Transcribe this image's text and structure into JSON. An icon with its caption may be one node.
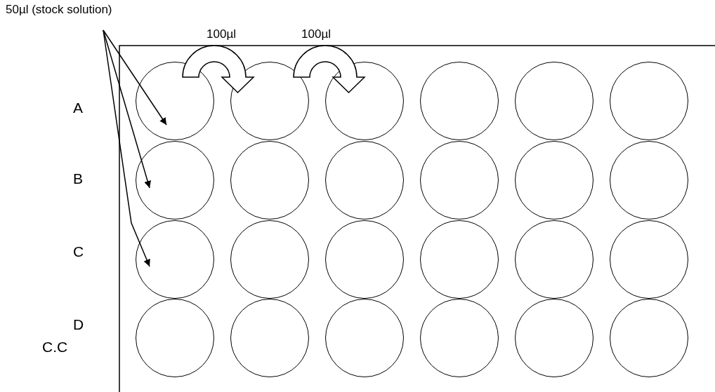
{
  "diagram": {
    "nodes": [
      {
        "text": [
          "50µl (stock solution)"
        ]
      },
      {
        "text": [],
        "shape": "circle"
      },
      {
        "text": [],
        "shape": "circle"
      },
      {
        "text": [],
        "shape": "circle"
      },
      {
        "text": [],
        "shape": "circle"
      },
      {
        "text": [],
        "shape": "circle"
      },
      {
        "text": [],
        "shape": "circle"
      },
      {
        "text": [],
        "shape": "circle"
      },
      {
        "text": [],
        "shape": "circle"
      },
      {
        "text": [],
        "shape": "circle"
      },
      {
        "text": [],
        "shape": "circle"
      },
      {
        "text": [],
        "shape": "circle"
      },
      {
        "text": [],
        "shape": "circle"
      },
      {
        "text": [],
        "shape": "circle"
      },
      {
        "text": [],
        "shape": "circle"
      },
      {
        "text": [],
        "shape": "circle"
      },
      {
        "text": [],
        "shape": "circle"
      },
      {
        "text": [],
        "shape": "circle"
      },
      {
        "text": [],
        "shape": "circle"
      },
      {
        "text": [],
        "shape": "circle"
      },
      {
        "text": [],
        "shape": "circle"
      },
      {
        "text": [],
        "shape": "circle"
      },
      {
        "text": [],
        "shape": "circle"
      },
      {
        "text": [],
        "shape": "circle"
      },
      {
        "text": [],
        "shape": "circle"
      }
    ],
    "edges": [
      {
        "from": 0,
        "to": 1,
        "arrow": "to"
      },
      {
        "from": 0,
        "to": 7,
        "arrow": "to"
      },
      {
        "from": 0,
        "to": 13,
        "arrow": "to"
      },
      {
        "from": 1,
        "to": 2,
        "arrow": "to",
        "label": "100µl",
        "style": "thick"
      },
      {
        "from": 2,
        "to": 3,
        "arrow": "to",
        "label": "100µl",
        "style": "thick"
      }
    ],
    "labels": [
      "A",
      "B",
      "C",
      "D",
      "C.C"
    ]
  }
}
